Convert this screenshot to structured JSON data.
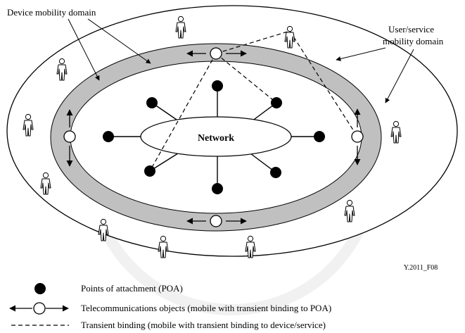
{
  "labels": {
    "device_domain": "Device mobility domain",
    "user_domain_line1": "User/service",
    "user_domain_line2": "mobility domain",
    "network": "Network",
    "figure_id": "Y.2011_F08"
  },
  "legend": {
    "poa": "Points of attachment (POA)",
    "telecom_objects": "Telecommunications objects (mobile with transient binding to POA)",
    "transient_binding": "Transient binding (mobile with transient binding to device/service)"
  },
  "colors": {
    "ring_fill": "#c0c0c0",
    "stroke": "#000000",
    "background": "#ffffff"
  },
  "icons": {
    "person": "person-icon",
    "poa": "filled-circle",
    "telecom_object": "hollow-circle-with-arrows"
  }
}
